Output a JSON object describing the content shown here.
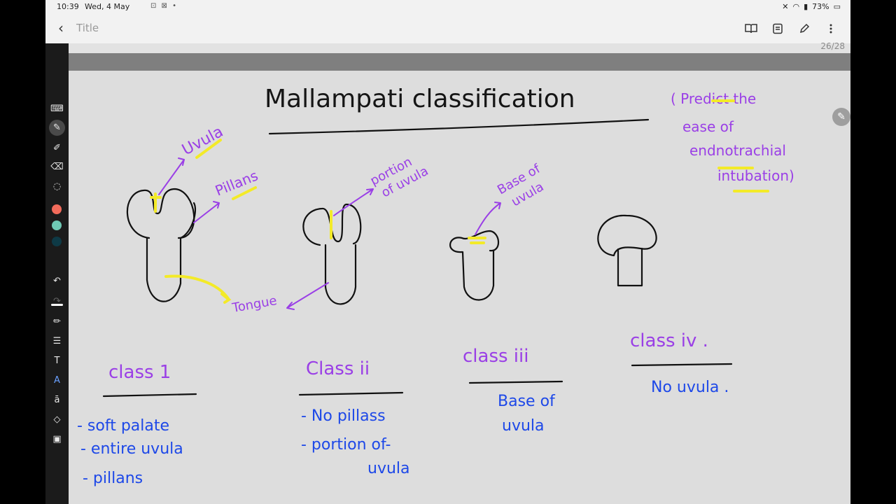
{
  "status": {
    "time": "10:39",
    "date": "Wed, 4 May",
    "battery": "73%"
  },
  "appbar": {
    "title": "Title",
    "tools": [
      {
        "icon": "book-icon"
      },
      {
        "icon": "list-icon"
      },
      {
        "icon": "pen-icon"
      },
      {
        "icon": "more-icon"
      }
    ]
  },
  "page_counter": "26/28",
  "toolbar": {
    "swatches": [
      "#f26b5b",
      "#6fc9b5",
      "#0e3a46"
    ]
  },
  "note": {
    "heading": "Mallampati classification",
    "aside": [
      "( Predict the",
      "ease of",
      "endnotrachial",
      "intubation)"
    ],
    "annotations": {
      "uvula": "Uvula",
      "pillars": "Pillans",
      "tongue": "Tongue",
      "portion_of_uvula_1": "portion",
      "portion_of_uvula_2": "of uvula",
      "base_of_uvula_1": "Base of",
      "base_of_uvula_2": "uvula"
    },
    "classes": [
      {
        "title": "class 1",
        "points": [
          "- soft palate",
          "- entire uvula",
          "- pillans"
        ]
      },
      {
        "title": "Class ii",
        "points": [
          "- No pillass",
          "- portion of-",
          "uvula"
        ]
      },
      {
        "title": "class iii",
        "points": [
          "Base of",
          "uvula"
        ]
      },
      {
        "title": "class iv .",
        "points": [
          "No uvula ."
        ]
      }
    ]
  }
}
